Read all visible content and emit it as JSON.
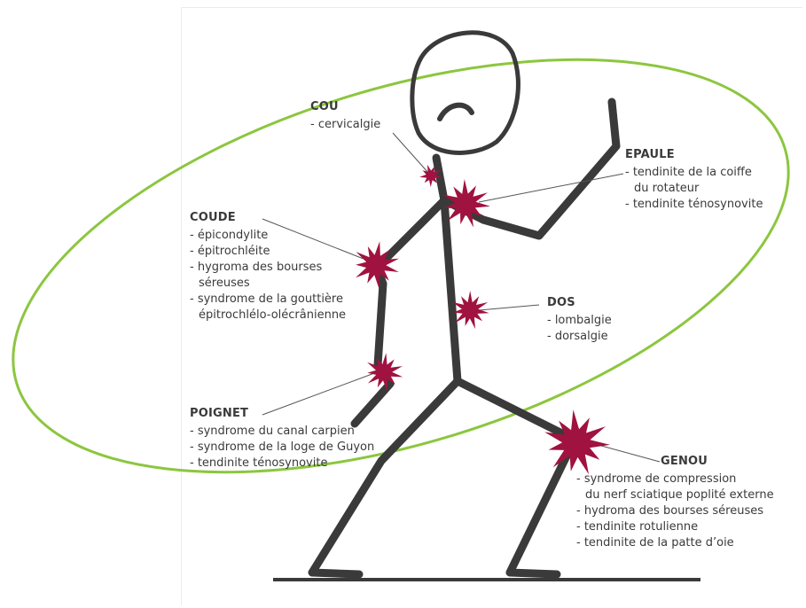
{
  "colors": {
    "figure": "#3a3a3a",
    "injury": "#a0123f",
    "ellipse": "#8cc63f",
    "leader": "#555555"
  },
  "icons": [
    "stick-figure",
    "pain-burst-icon"
  ],
  "labels": {
    "cou": {
      "title": "COU",
      "items": [
        "- cervicalgie"
      ]
    },
    "epaule": {
      "title": "EPAULE",
      "items": [
        "- tendinite de la coiffe",
        "du rotateur",
        "- tendinite ténosynovite"
      ]
    },
    "coude": {
      "title": "COUDE",
      "items": [
        "- épicondylite",
        "- épitrochléite",
        "- hygroma des bourses",
        "séreuses",
        "- syndrome de la gouttière",
        "épitrochlélo-olécrânienne"
      ]
    },
    "dos": {
      "title": "DOS",
      "items": [
        "- lombalgie",
        "- dorsalgie"
      ]
    },
    "poignet": {
      "title": "POIGNET",
      "items": [
        "- syndrome du canal carpien",
        "- syndrome de la loge de Guyon",
        "- tendinite ténosynovite"
      ]
    },
    "genou": {
      "title": "GENOU",
      "items": [
        "- syndrome de compression",
        "du nerf sciatique poplité externe",
        "- hydroma des bourses séreuses",
        "- tendinite rotulienne",
        "- tendinite de la patte d’oie"
      ]
    }
  }
}
